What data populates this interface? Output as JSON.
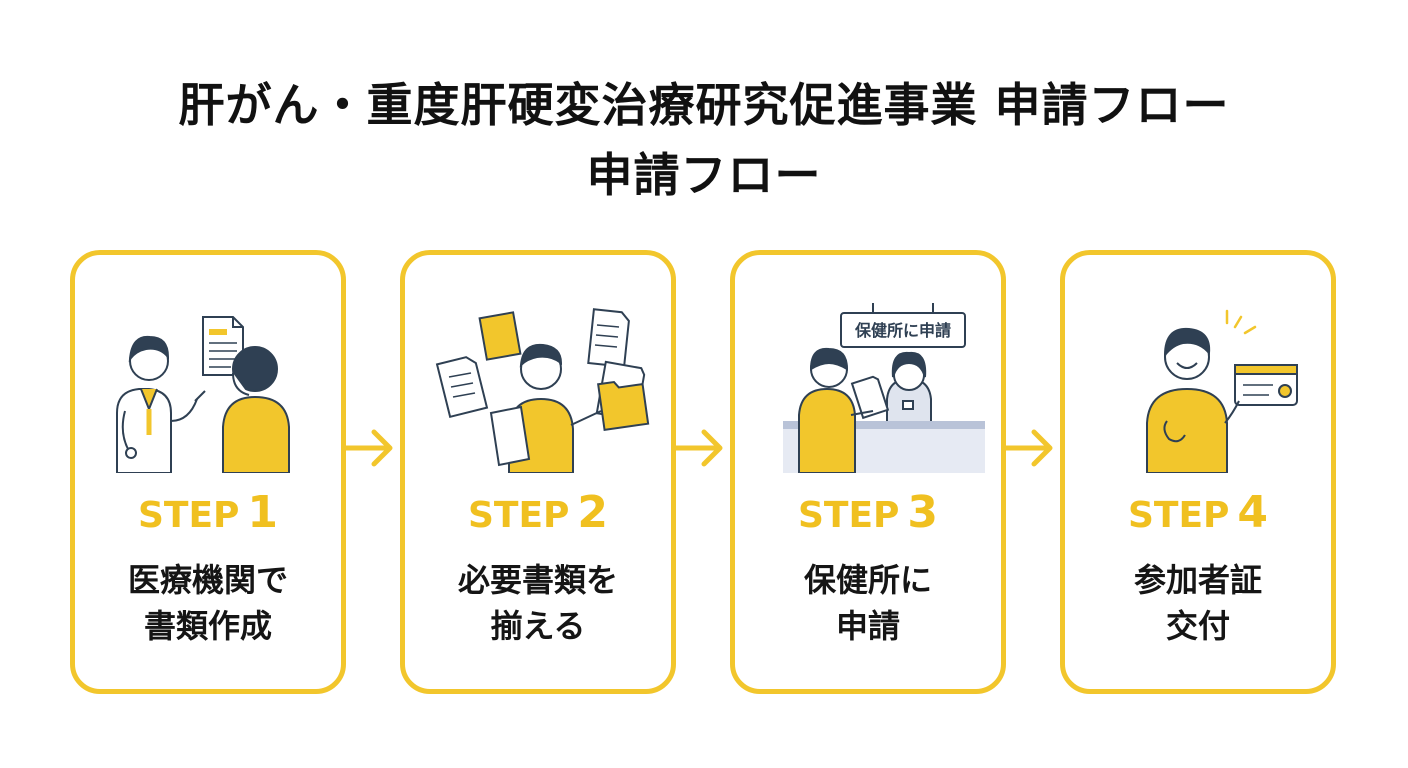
{
  "title": {
    "line1": "肝がん・重度肝硬変治療研究促進事業 申請フロー",
    "line2": "申請フロー"
  },
  "colors": {
    "accent": "#f2c62c",
    "text": "#111111",
    "skin": "#ffffff",
    "hair": "#2f4053"
  },
  "steps": [
    {
      "label": "STEP",
      "number": "1",
      "line1": "医療機関で",
      "line2": "書類作成",
      "icon": "doctor-consultation-illustration"
    },
    {
      "label": "STEP",
      "number": "2",
      "line1": "必要書類を",
      "line2": "揃える",
      "icon": "gathering-documents-illustration"
    },
    {
      "label": "STEP",
      "number": "3",
      "line1": "保健所に",
      "line2": "申請",
      "icon": "health-center-counter-illustration",
      "sign": "保健所に申請"
    },
    {
      "label": "STEP",
      "number": "4",
      "line1": "参加者証",
      "line2": "交付",
      "icon": "certificate-issued-illustration"
    }
  ]
}
